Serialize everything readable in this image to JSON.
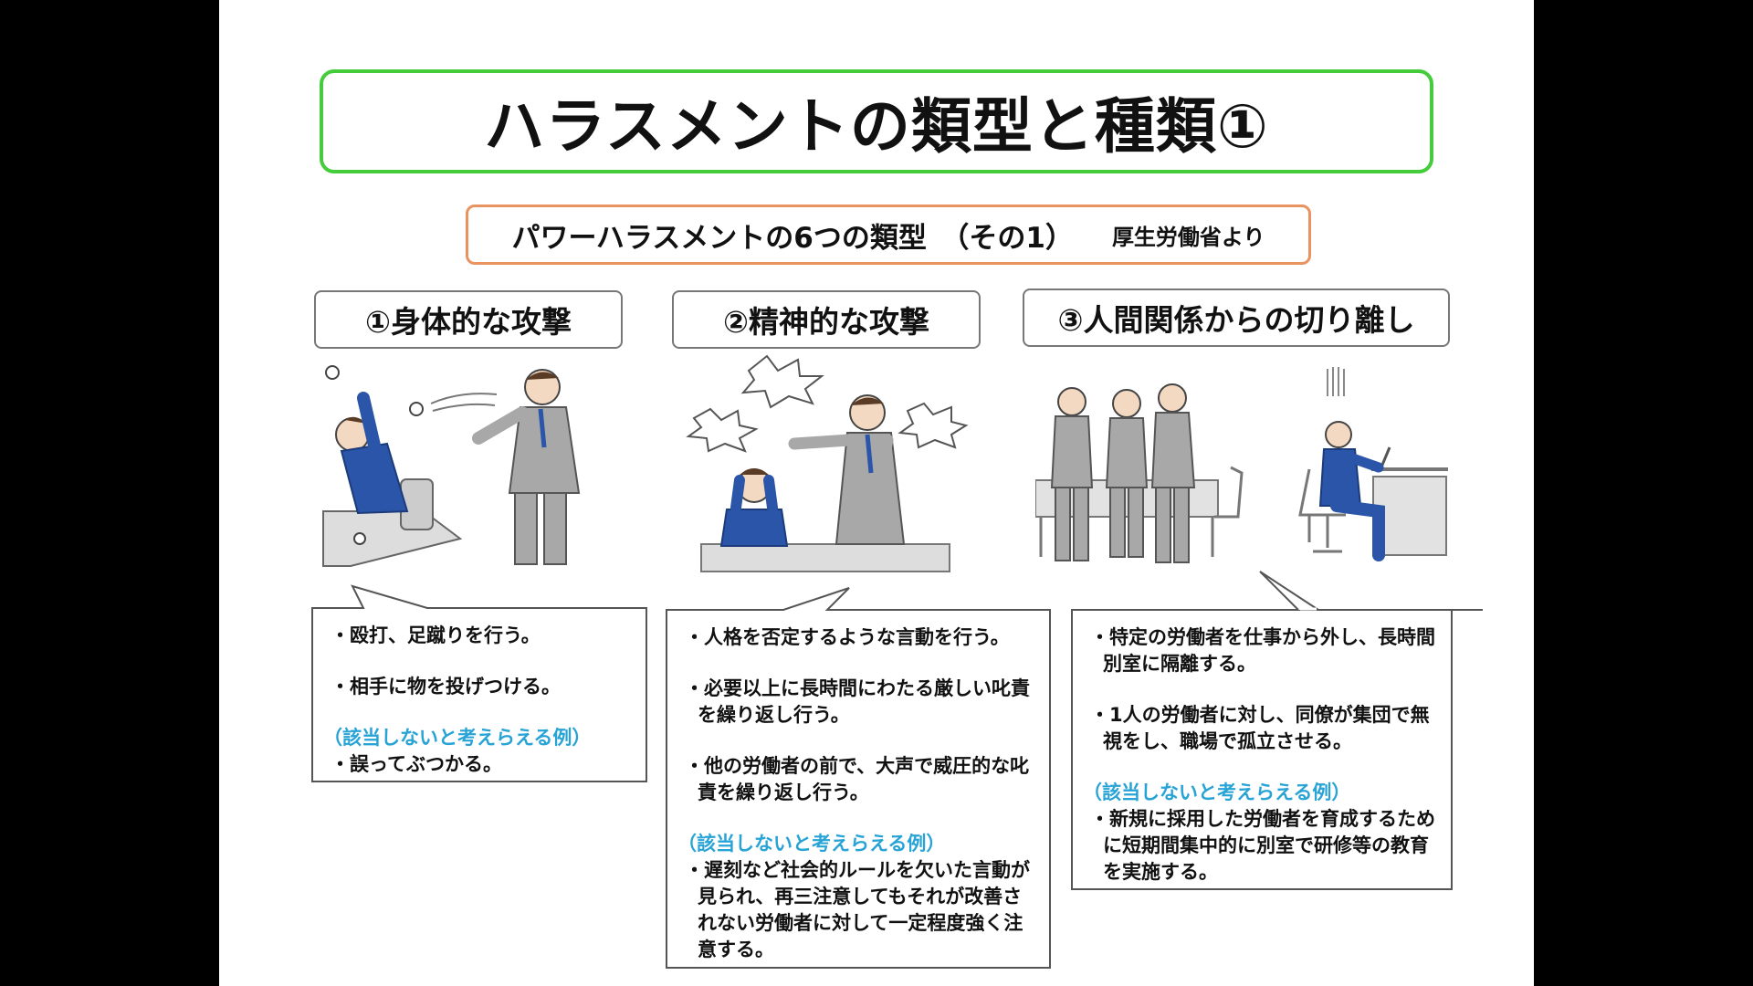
{
  "title": "ハラスメントの類型と種類①",
  "subtitle": {
    "main": "パワーハラスメントの6つの類型　（その1）",
    "source": "厚生労働省より"
  },
  "categories": [
    {
      "heading": "①身体的な攻撃",
      "items": [
        "・殴打、足蹴りを行う。",
        "・相手に物を投げつける。"
      ],
      "not_applicable_heading": "（該当しないと考えらえる例）",
      "not_applicable_items": [
        "・誤ってぶつかる。"
      ]
    },
    {
      "heading": "②精神的な攻撃",
      "items": [
        "・人格を否定するような言動を行う。",
        "・必要以上に長時間にわたる厳しい叱責を繰り返し行う。",
        "・他の労働者の前で、大声で威圧的な叱責を繰り返し行う。"
      ],
      "not_applicable_heading": "（該当しないと考えらえる例）",
      "not_applicable_items": [
        "・遅刻など社会的ルールを欠いた言動が見られ、再三注意してもそれが改善されない労働者に対して一定程度強く注意する。"
      ]
    },
    {
      "heading": "③人間関係からの切り離し",
      "items": [
        "・特定の労働者を仕事から外し、長時間別室に隔離する。",
        "・1人の労働者に対し、同僚が集団で無視をし、職場で孤立させる。"
      ],
      "not_applicable_heading": "（該当しないと考えらえる例）",
      "not_applicable_items": [
        "・新規に採用した労働者を育成するために短期間集中的に別室で研修等の教育を実施する。"
      ]
    }
  ],
  "colors": {
    "title_border": "#44cc3a",
    "subtitle_border": "#e89360",
    "note_heading": "#27a3d6",
    "suit_blue": "#2a55a8",
    "suit_gray": "#a8a8a8"
  },
  "icons": [
    "physical-attack-illustration",
    "mental-attack-illustration",
    "isolation-illustration"
  ]
}
